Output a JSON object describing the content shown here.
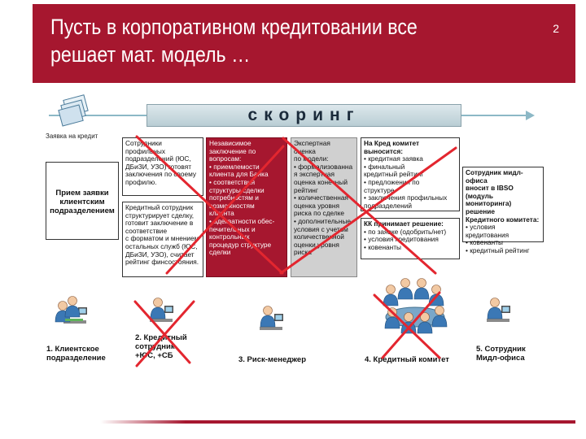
{
  "slide": {
    "title": "Пусть в корпоративном кредитовании все\nрешает мат. модель …",
    "number": "2"
  },
  "scoring_label": "скоринг",
  "application_label": "Заявка на кредит",
  "intake_box": "Прием заявки\nклиентским\nподразделением",
  "col1": {
    "top": "Сотрудники\nпрофильных\nподразделений (ЮС,\nДБиЗИ, УЗО) готовят\nзаключения по своему\nпрофилю.",
    "bottom": "Кредитный сотрудник\nструктурирует сделку,\nготовит заключение в\nсоответствие\nс форматом и мнением\nостальных служб (ЮС,\nДБиЗИ, УЗО), считает\nрейтинг финсостояния."
  },
  "col2": "Независимое\nзаключение по\nвопросам:\n• приемлемости\nклиента для Банка\n• соответствия\nструктуры сделки\nпотребностям и\nвозможностям\nклиента\n• адекватности обес-\nпечительных и\nконтрольных\nпроцедур структуре\nсделки",
  "col3": "Экспертная оценка\nпо модели:\n• формализованна\nя экспертная\nоценка конечный\nрейтинг\n• количественная\nоценка уровня\nриска по сделке\n• дополнительные\nусловия с учетом\nколичественной\nоценки уровня\nриска",
  "col4": {
    "top_head": "На Кред комитет выносится:",
    "top_items": "• кредитная заявка\n• финальный\nкредитный рейтинг\n• предложения по\nструктуре\n• заключения профильных\nподразделений",
    "bottom_head": "КК принимает решение:",
    "bottom_items": "• по заявке (одобрить/нет)\n• условия кредитования\n• ковенанты"
  },
  "col5": {
    "head": "Сотрудник мидл-офиса\nвносит в IBSO (модуль\nмониторинга) решение\nКредитного комитета:",
    "items": "• условия\nкредитования\n• ковенанты\n• кредитный рейтинг"
  },
  "roles": [
    "1. Клиентское\nподразделение",
    "2. Кредитный\nсотрудник\n+ЮС, +СБ",
    "3. Риск-менеджер",
    "4. Кредитный комитет",
    "5. Сотрудник\nМидл-офиса"
  ],
  "colors": {
    "brand": "#a6172f",
    "cross": "#e3262f"
  }
}
